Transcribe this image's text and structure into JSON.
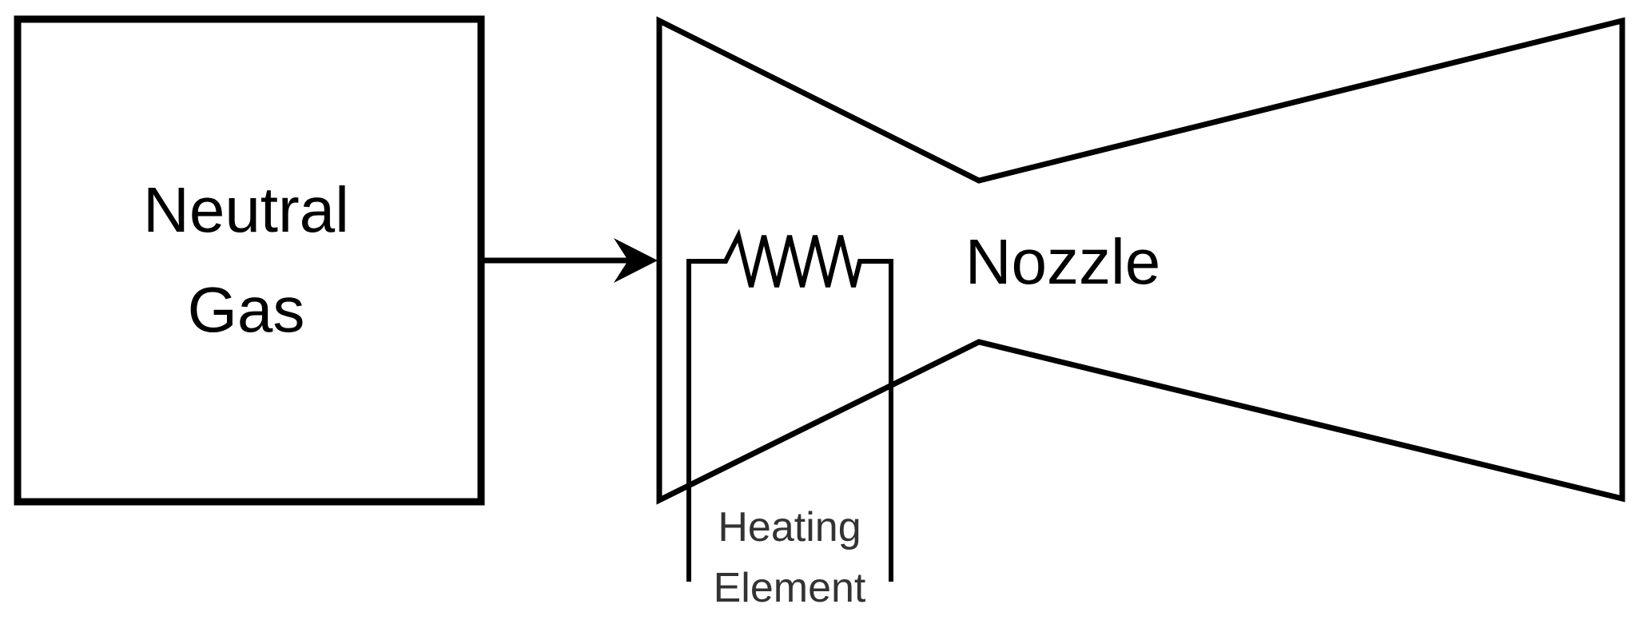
{
  "source_box": {
    "line1": "Neutral",
    "line2": "Gas"
  },
  "nozzle": {
    "label": "Nozzle"
  },
  "heating_element": {
    "line1": "Heating",
    "line2": "Element"
  },
  "colors": {
    "stroke": "#000000",
    "background": "#ffffff"
  }
}
